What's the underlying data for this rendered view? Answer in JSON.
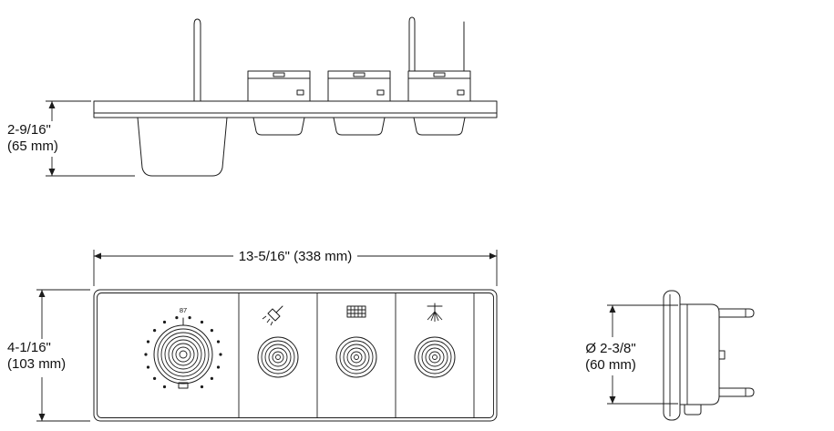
{
  "drawing": {
    "top_view": {
      "depth_dimension": {
        "line1": "2-9/16\"",
        "line2": "(65 mm)"
      }
    },
    "front_view": {
      "width_dimension": "13-5/16\" (338 mm)",
      "height_dimension": {
        "line1": "4-1/16\"",
        "line2": "(103 mm)"
      },
      "dial_marking": "87",
      "knob_icons": [
        "hand-shower",
        "rain-head",
        "body-spray"
      ]
    },
    "side_view": {
      "diameter_dimension": {
        "line1": "Ø 2-3/8\"",
        "line2": "(60 mm)"
      }
    },
    "colors": {
      "line": "#1c1c1c",
      "background": "#ffffff"
    }
  }
}
